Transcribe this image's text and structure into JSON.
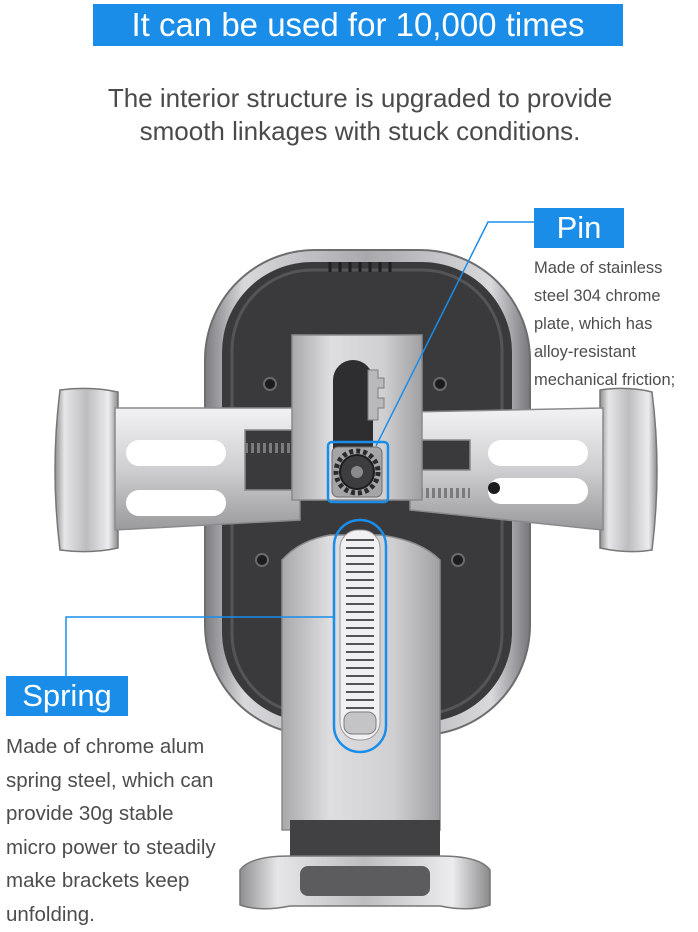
{
  "banner": {
    "text": "It can be used for 10,000 times"
  },
  "subtitle": {
    "lines": [
      "The interior structure is upgraded to provide",
      "smooth linkages with stuck conditions."
    ]
  },
  "pin": {
    "label": "Pin",
    "description": [
      "Made of stainless",
      "steel 304 chrome",
      "plate, which has",
      "alloy-resistant",
      "mechanical friction;"
    ]
  },
  "spring": {
    "label": "Spring",
    "description": [
      "Made of chrome alum",
      "spring steel, which can",
      "provide 30g stable",
      "micro power to steadily",
      "make brackets keep",
      "unfolding."
    ]
  },
  "colors": {
    "accent": "#1a8de9",
    "text": "#4a4a4a",
    "silver": "#c8c8c8",
    "dark_panel": "#3a3a3c"
  }
}
